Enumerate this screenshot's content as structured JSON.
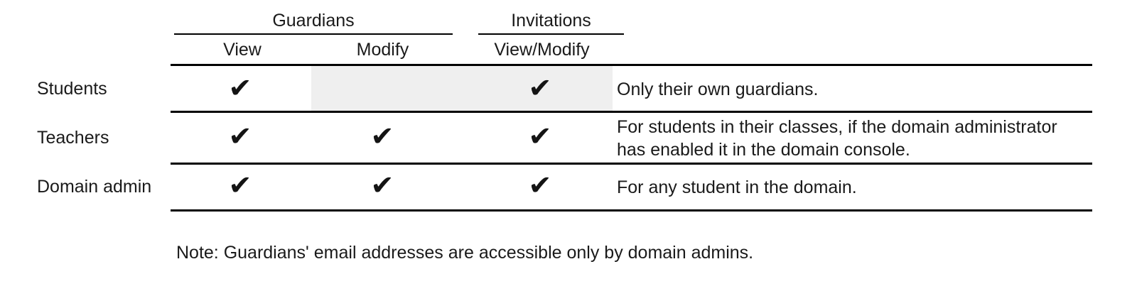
{
  "table": {
    "column_groups": [
      {
        "label": "Guardians"
      },
      {
        "label": "Invitations"
      }
    ],
    "columns": [
      {
        "label": "View"
      },
      {
        "label": "Modify"
      },
      {
        "label": "View/Modify"
      }
    ],
    "rows": [
      {
        "label": "Students",
        "view": "✔",
        "modify": "",
        "invitations": "✔",
        "description": "Only their own guardians."
      },
      {
        "label": "Teachers",
        "view": "✔",
        "modify": "✔",
        "invitations": "✔",
        "description": "For students in their classes, if the domain administrator\nhas enabled it in the domain console."
      },
      {
        "label": "Domain admin",
        "view": "✔",
        "modify": "✔",
        "invitations": "✔",
        "description": "For any student in the domain."
      }
    ]
  },
  "note": {
    "text": "Note: Guardians' email addresses are accessible only by domain admins."
  },
  "colors": {
    "text": "#1a1a1a",
    "rule": "#000000",
    "shaded_cell": "#efefef",
    "background": "#ffffff"
  }
}
